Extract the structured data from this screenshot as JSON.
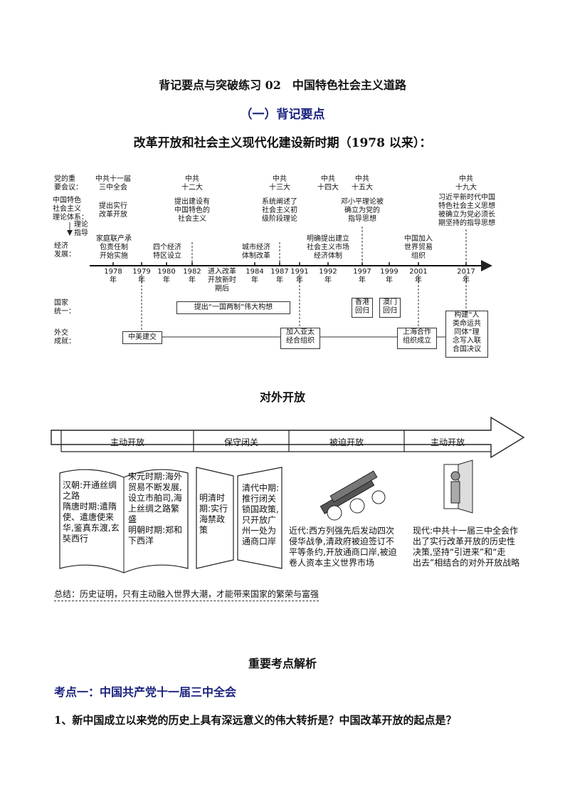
{
  "header": {
    "title": "背记要点与突破练习 02　中国特色社会主义道路",
    "section": "（一）背记要点",
    "subtitle": "改革开放和社会主义现代化建设新时期（1978 以来）："
  },
  "timeline": {
    "row_labels": {
      "meetings": "党的重\n要会议：",
      "theory": "中国特色\n社会主义\n理论体系：",
      "theory_arrow": "理论\n指导",
      "economy": "经济\n发展：",
      "unification": "国家\n统一：",
      "diplomacy": "外交\n成就："
    },
    "meetings": [
      "中共十一届\n三中全会",
      "中共\n十二大",
      "中共\n十三大",
      "中共\n十四大",
      "中共\n十五大",
      "中共\n十九大"
    ],
    "theory": [
      "提出实行\n改革开放",
      "提出建设有\n中国特色的\n社会主义",
      "系统阐述了\n社会主义初\n级阶段理论",
      "邓小平理论被\n确立为党的\n指导思想",
      "习近平新时代中国\n特色社会主义思想\n被确立为党必须长\n期坚持的指导思想"
    ],
    "economy": [
      "家庭联产承\n包责任制\n开始实施",
      "四个经济\n特区设立",
      "城市经济\n体制改革",
      "明确提出建立\n社会主义市场\n经济体制",
      "中国加入\n世界贸易\n组织"
    ],
    "years": [
      "1978\n年",
      "1979\n年",
      "1980\n年",
      "1982\n年",
      "进入改革\n开放新时\n期后",
      "1984\n年",
      "1987\n年",
      "1991\n年",
      "1992\n年",
      "1997\n年",
      "1999\n年",
      "2001\n年",
      "2017\n年"
    ],
    "unification": [
      "提出“一国两制”伟大构想",
      "香港\n回归",
      "澳门\n回归",
      "构建“人\n类命运共\n同体”理\n念写入联\n合国决议"
    ],
    "diplomacy": [
      "中美建交",
      "加入亚太\n经合组织",
      "上海合作\n组织成立"
    ]
  },
  "opening": {
    "title": "对外开放",
    "segments": [
      "主动开放",
      "保守闭关",
      "被迫开放",
      "主动开放"
    ],
    "han": "汉朝:开通丝绸\n之路\n隋唐时期:遣隋\n使、遣唐使来\n华,鉴真东渡,玄\n奘西行",
    "song": "宋元时期:海外\n贸易不断发展,\n设立市舶司,海\n上丝绸之路繁\n盛\n明朝时期:郑和\n下西洋",
    "ming": "明清时\n期:实行\n海禁政\n策",
    "qing": "清代中期:\n推行闭关\n锁国政策,\n只开放广\n州一处为\n通商口岸",
    "modern": "近代:西方列强先后发动四次\n侵华战争,清政府被迫签订不\n平等条约,开放通商口岸,被迫\n卷人资本主义世界市场",
    "current": "现代:中共十一届三中全会作\n出了实行改革开放的历史性\n决策,坚持“引进来”和“走\n出去”相结合的对外开放战略"
  },
  "summary": "总结：历史证明，只有主动融入世界大潮，才能带来国家的繁荣与富强",
  "analysis": {
    "title": "重要考点解析",
    "point": "考点一：中国共产党十一届三中全会",
    "q1": "1、新中国成立以来党的历史上具有深远意义的伟大转折是？中国改革开放的起点是？"
  }
}
